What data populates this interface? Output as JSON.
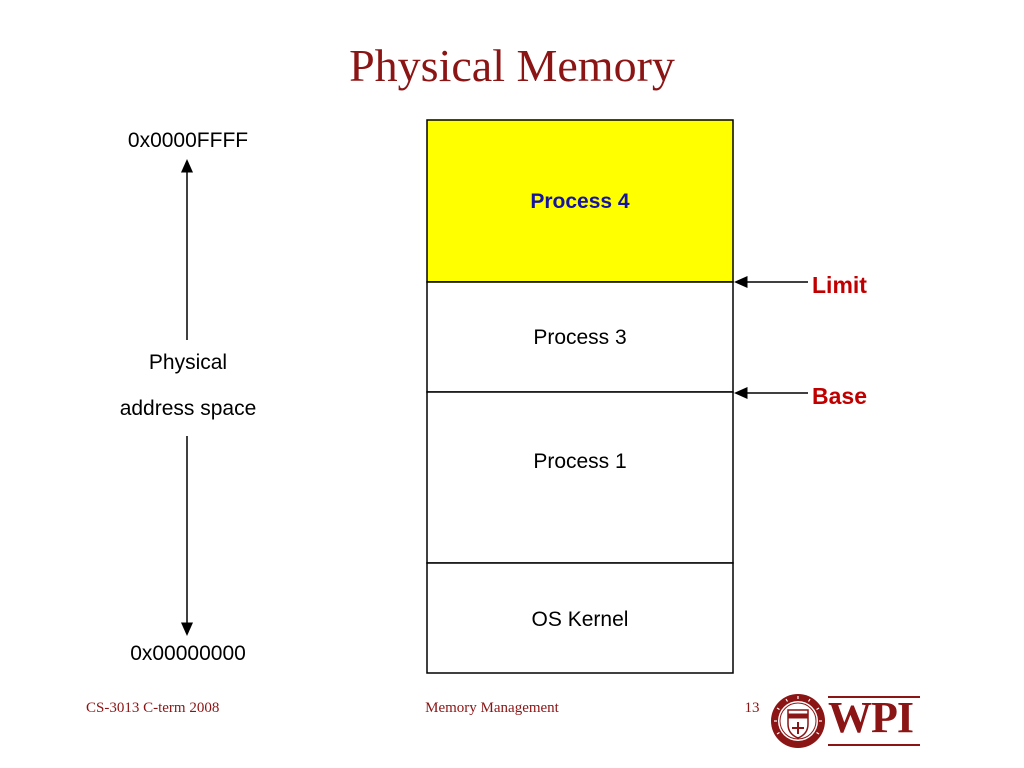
{
  "slide": {
    "title": "Physical Memory",
    "address_axis": {
      "top_address": "0x0000FFFF",
      "bottom_address": "0x00000000",
      "label_line1": "Physical",
      "label_line2": "address space"
    },
    "memory_segments": [
      {
        "label": "Process 4",
        "fill": "#ffff00",
        "text_color": "#1414a0",
        "highlighted": true
      },
      {
        "label": "Process 3",
        "fill": "#ffffff",
        "text_color": "#000000",
        "highlighted": false
      },
      {
        "label": "Process 1",
        "fill": "#ffffff",
        "text_color": "#000000",
        "highlighted": false
      },
      {
        "label": "OS Kernel",
        "fill": "#ffffff",
        "text_color": "#000000",
        "highlighted": false
      }
    ],
    "markers": {
      "limit": "Limit",
      "base": "Base",
      "color": "#c00000"
    },
    "footer": {
      "course": "CS-3013 C-term 2008",
      "topic": "Memory Management",
      "page_number": "13"
    },
    "logo": {
      "text": "WPI",
      "seal_text": "WORCESTER POLYTECHNIC INSTITUTE 1865",
      "color": "#8b1414"
    }
  }
}
